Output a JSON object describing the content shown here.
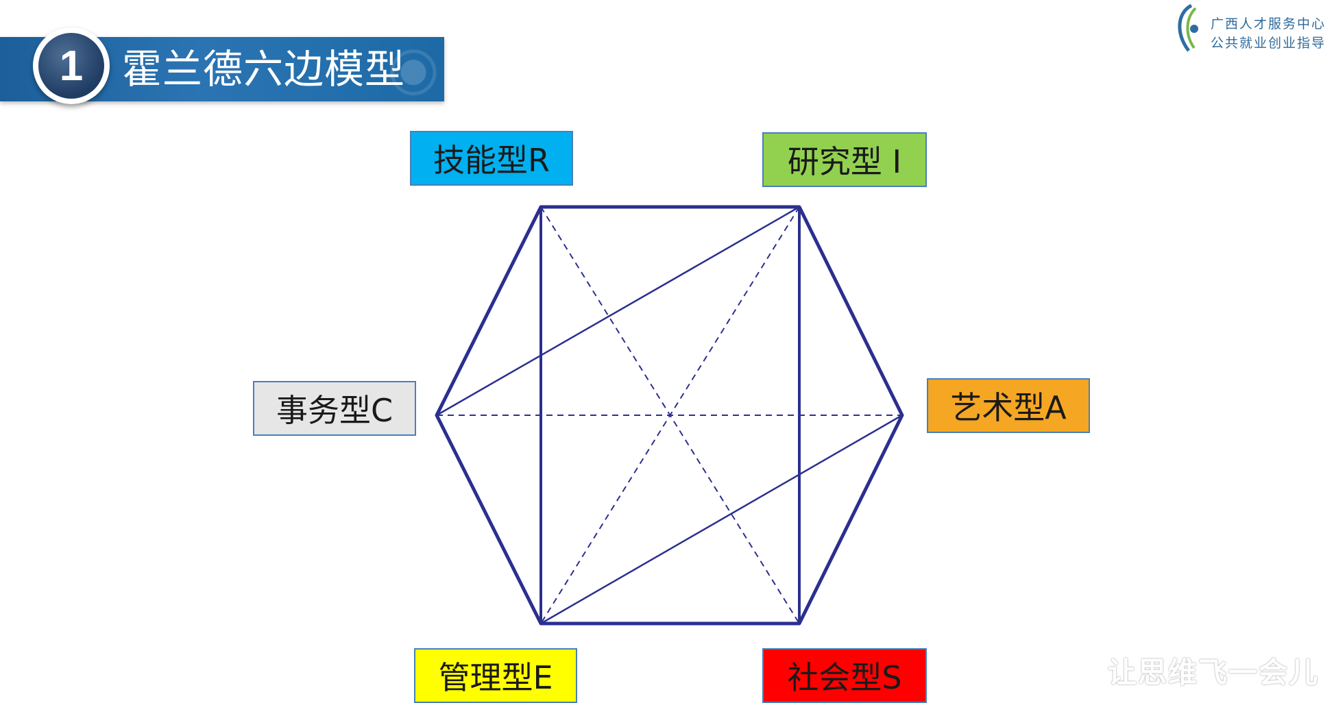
{
  "header": {
    "number": "1",
    "title": "霍兰德六边模型"
  },
  "logo": {
    "line1": "广西人才服务中心",
    "line2": "公共就业创业指导"
  },
  "types": [
    {
      "id": "R",
      "label": "技能型R",
      "color": "#00b0f0"
    },
    {
      "id": "I",
      "label": "研究型 I",
      "color": "#92d050"
    },
    {
      "id": "A",
      "label": "艺术型A",
      "color": "#f5a623"
    },
    {
      "id": "S",
      "label": "社会型S",
      "color": "#ff0000"
    },
    {
      "id": "E",
      "label": "管理型E",
      "color": "#ffff00"
    },
    {
      "id": "C",
      "label": "事务型C",
      "color": "#e6e6e6"
    }
  ],
  "colors": {
    "hexagon_line": "#2b2f8f",
    "banner": "#1f64a3"
  },
  "watermark": "让思维飞一会儿"
}
